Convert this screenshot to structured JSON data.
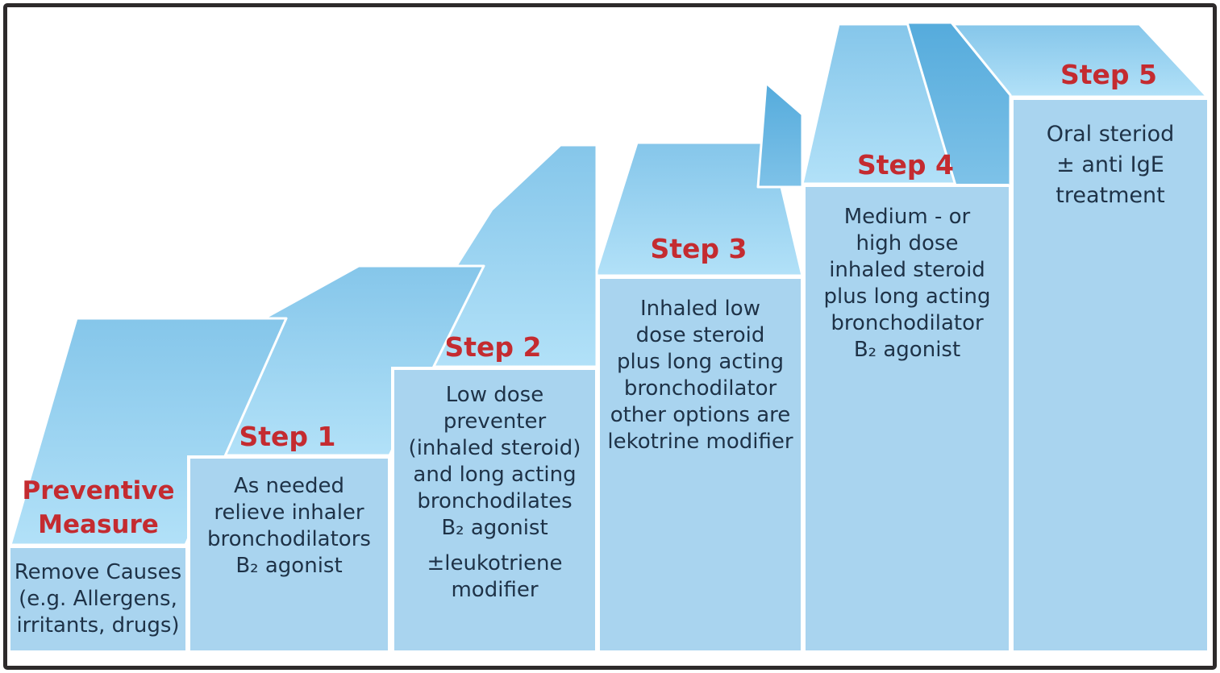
{
  "palette": {
    "background": "#ffffff",
    "frame_border": "#2d2a2b",
    "panel_blue": "#a9d4ef",
    "tread_blue_top": "#85c6ea",
    "tread_blue_bottom": "#b2e1f8",
    "side_face_blue_top": "#55abdc",
    "side_face_blue_bottom": "#7ec2e8",
    "step_label_red": "#c42b30",
    "body_text_navy": "#1e3247",
    "divider_white": "#ffffff"
  },
  "steps": [
    {
      "id": "preventive",
      "label_lines": [
        "Preventive",
        "Measure"
      ],
      "body_lines": [
        "Remove Causes",
        "(e.g. Allergens,",
        "irritants, drugs)"
      ]
    },
    {
      "id": "step-1",
      "label_lines": [
        "Step 1"
      ],
      "body_lines": [
        "As needed",
        "relieve inhaler",
        "bronchodilators",
        "B₂ agonist"
      ]
    },
    {
      "id": "step-2",
      "label_lines": [
        "Step 2"
      ],
      "body_lines": [
        "Low dose",
        "preventer",
        "(inhaled steroid)",
        "and long acting",
        "bronchodilates",
        "B₂ agonist",
        "±leukotriene",
        "modifier"
      ]
    },
    {
      "id": "step-3",
      "label_lines": [
        "Step 3"
      ],
      "body_lines": [
        "Inhaled low",
        "dose steroid",
        "plus long acting",
        "bronchodilator",
        "other options are",
        "lekotrine modifier"
      ]
    },
    {
      "id": "step-4",
      "label_lines": [
        "Step 4"
      ],
      "body_lines": [
        "Medium - or",
        "high dose",
        "inhaled steroid",
        "plus long acting",
        "bronchodilator",
        "B₂ agonist"
      ]
    },
    {
      "id": "step-5",
      "label_lines": [
        "Step 5"
      ],
      "body_lines": [
        "Oral steriod",
        "± anti IgE",
        "treatment"
      ]
    }
  ]
}
